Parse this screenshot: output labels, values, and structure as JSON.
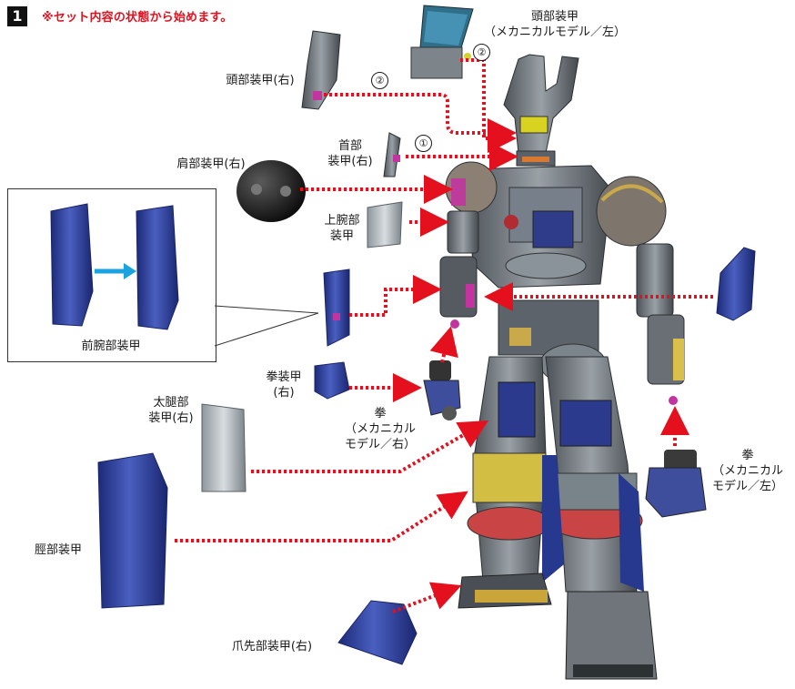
{
  "step": {
    "number": "1",
    "note": "※セット内容の状態から始めます。"
  },
  "labels": {
    "head_armor_left": "頭部装甲\n（メカニカルモデル／左）",
    "head_armor_right": "頭部装甲(右)",
    "neck_armor_right": "首部\n装甲(右)",
    "shoulder_armor_right": "肩部装甲(右)",
    "upper_arm_armor": "上腕部\n装甲",
    "forearm_armor": "前腕部装甲",
    "fist_armor_right": "拳装甲\n(右)",
    "fist_mech_right": "拳\n（メカニカル\nモデル／右）",
    "thigh_armor_right": "太腿部\n装甲(右)",
    "shin_armor": "脛部装甲",
    "toe_armor_right": "爪先部装甲(右)",
    "fist_mech_left": "拳\n（メカニカル\nモデル／左）"
  },
  "order_markers": {
    "head_right": "②",
    "head_left": "②",
    "neck": "①"
  },
  "colors": {
    "arrow": "#e4101e",
    "step_note": "#e4101e",
    "inset_arrow": "#1aa3e0",
    "armor_blue": "#27388f",
    "armor_silver": "#a9b1b6",
    "body_grey": "#6c7278"
  }
}
